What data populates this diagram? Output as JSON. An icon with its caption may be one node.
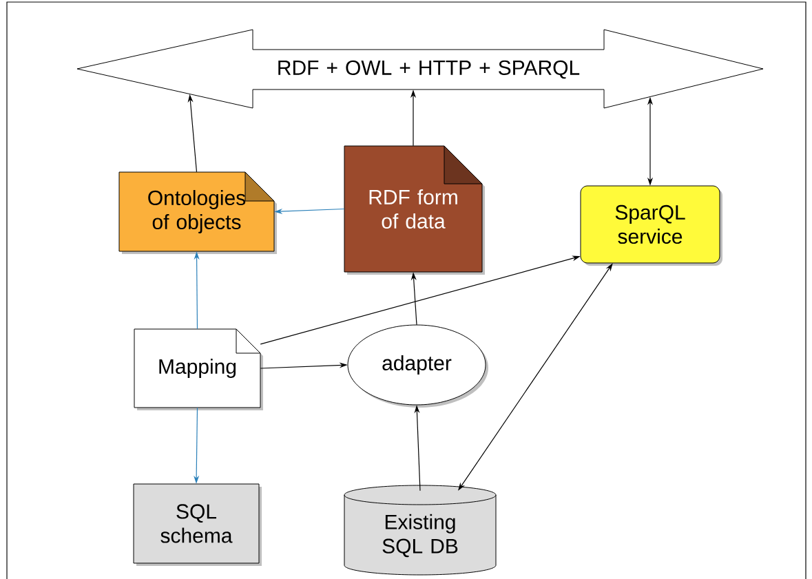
{
  "diagram": {
    "nodes": [
      {
        "text": [
          "RDF + OWL + HTTP + SPARQL"
        ]
      },
      {
        "text": [
          "Ontologies of objects"
        ]
      },
      {
        "text": [
          "RDF form of data"
        ]
      },
      {
        "text": [
          "SparQL service"
        ]
      },
      {
        "text": [
          "Mapping"
        ]
      },
      {
        "text": [
          "adapter"
        ]
      },
      {
        "text": [
          "SQL schema"
        ]
      },
      {
        "text": [
          "Existing SQL DB"
        ]
      }
    ],
    "edges": [
      {
        "from": 1,
        "to": 0,
        "arrow": "to"
      },
      {
        "from": 2,
        "to": 0,
        "arrow": "to"
      },
      {
        "from": 3,
        "to": 0,
        "arrow": "both"
      },
      {
        "from": 2,
        "to": 1,
        "arrow": "to",
        "color": "#2b80b9"
      },
      {
        "from": 4,
        "to": 1,
        "arrow": "to",
        "color": "#2b80b9"
      },
      {
        "from": 4,
        "to": 3,
        "arrow": "to"
      },
      {
        "from": 4,
        "to": 5,
        "arrow": "to"
      },
      {
        "from": 5,
        "to": 2,
        "arrow": "to"
      },
      {
        "from": 4,
        "to": 6,
        "arrow": "to",
        "color": "#2b80b9"
      },
      {
        "from": 7,
        "to": 5,
        "arrow": "to"
      },
      {
        "from": 7,
        "to": 3,
        "arrow": "both"
      }
    ]
  }
}
